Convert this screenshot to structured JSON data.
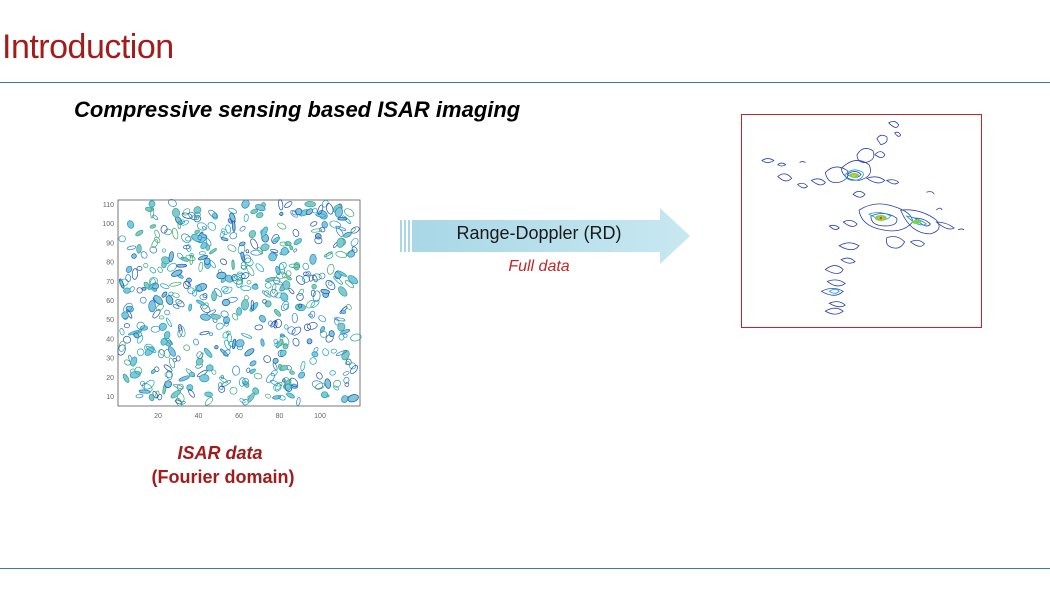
{
  "slide": {
    "title": "Introduction",
    "subtitle": "Compressive sensing based ISAR imaging"
  },
  "left_plot": {
    "y_ticks": [
      "110",
      "100",
      "90",
      "80",
      "70",
      "60",
      "50",
      "40",
      "30",
      "20",
      "10"
    ],
    "x_ticks": [
      "20",
      "40",
      "60",
      "80",
      "100"
    ],
    "caption_line1": "ISAR data",
    "caption_line2": "(Fourier domain)"
  },
  "arrow": {
    "label": "Range-Doppler (RD)",
    "sublabel": "Full data"
  },
  "colors": {
    "title": "#a31c1c",
    "rule": "#3b79b0",
    "arrow_fill": "#bfe3ee",
    "result_border": "#c0262a"
  }
}
